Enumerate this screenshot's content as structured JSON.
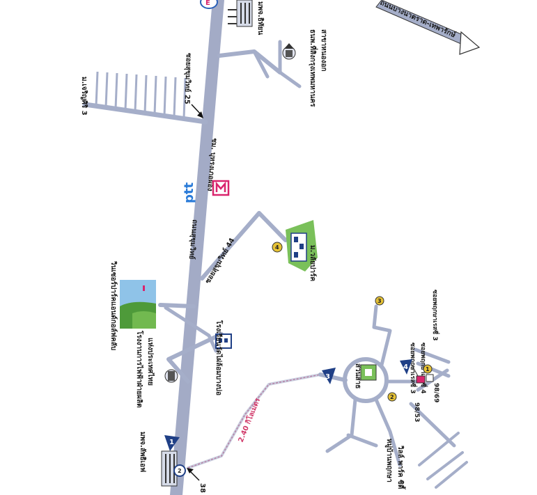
{
  "colors": {
    "road": "#a5aec9",
    "main_road": "#a3abc6",
    "route_line": "#d13a6a",
    "marker_blue": "#1f3f86",
    "marker_yellow": "#e6c235",
    "ptt_blue": "#2a7bd8",
    "brand_pink": "#d9246d",
    "park_green": "#7ac05a"
  },
  "labels": {
    "main_road": "ถนนสุขุมวิทย์",
    "soi_25": "ซอยสุขุมวิทย์ 25",
    "soi_44": "ซอยสุขุมวิทย์ 44",
    "moo_charoen": "ม.เจริญศิริ 3",
    "bumrung": "ชม. บุหรงเภอผ่อง",
    "school_north": "ธนพ.ที่สิงกรุงเทพมหานคร",
    "school_north_2": "สาขาหนองอก",
    "moo_villa": "ม.วลัยปาร์ค",
    "golf": "วินเซอร์ปาร์คแอนด์กอล์ฟคลับ",
    "power": "โรงงานการไฟฟ้าฝ่ายผลิต",
    "power_2": "แห่งประเทศไทย",
    "school_west": "โรงเรียนวัดไผ่ล้อมบางบ่อ",
    "top_road": "ถนนบางนาตราด-เทพารักษ์",
    "hospital_top": "มพจ.ธิทัยน",
    "hospital_bottom": "มพจ.ลัพธิเอฟ",
    "roundabout": "สวนสาธ",
    "village": "หมู่บ้านพฤกษา",
    "village_2": "วิลล์ พาร์ค ซิตี้",
    "soi_p3": "ซอยพฤกษาเรสซี่ 3",
    "soi_p4": "ซอยพฤกษาเรสซี่ 4",
    "soi_p3b": "ซอยพฤกษาเรสซี่ 3",
    "house_9853": "98/53",
    "house_9869": "98/69",
    "distance": "2.40 กิโลเมตร",
    "ptt": "ptt",
    "num_38": "38",
    "brand_e": "E",
    "brand_m": "M"
  },
  "markers": [
    {
      "id": "1",
      "kind": "blue-triangle"
    },
    {
      "id": "2",
      "kind": "circle"
    },
    {
      "id": "3",
      "kind": "blue-triangle"
    },
    {
      "id": "4",
      "kind": "blue-triangle"
    },
    {
      "id": "1",
      "kind": "yellow-dot"
    },
    {
      "id": "2",
      "kind": "yellow-dot"
    },
    {
      "id": "3",
      "kind": "yellow-dot"
    },
    {
      "id": "4",
      "kind": "yellow-dot"
    }
  ]
}
